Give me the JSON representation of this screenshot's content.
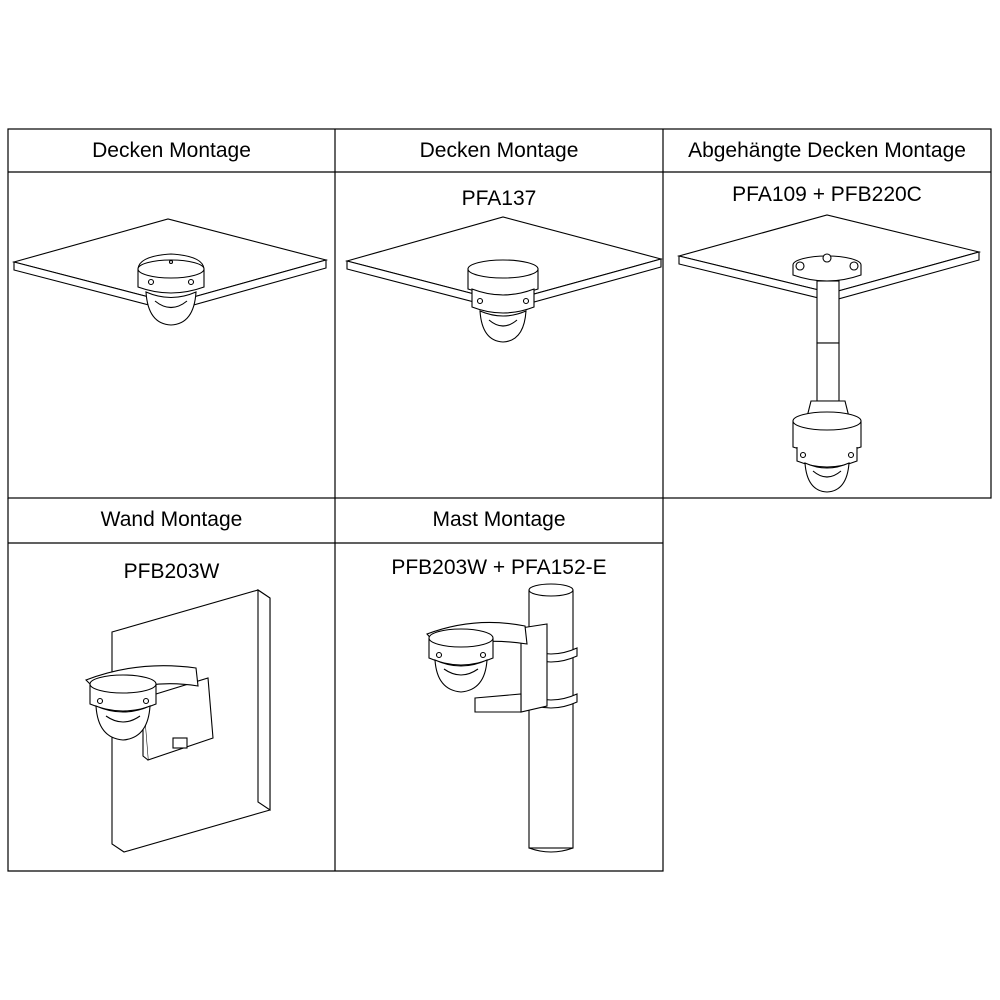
{
  "table": {
    "cells": [
      {
        "header": "Decken Montage",
        "model": "",
        "illustration": "ceiling-mount-camera-icon"
      },
      {
        "header": "Decken Montage",
        "model": "PFA137",
        "illustration": "ceiling-junction-box-camera-icon"
      },
      {
        "header": "Abgehängte Decken Montage",
        "model": "PFA109 + PFB220C",
        "illustration": "pendant-ceiling-camera-icon"
      },
      {
        "header": "Wand Montage",
        "model": "PFB203W",
        "illustration": "wall-mount-camera-icon"
      },
      {
        "header": "Mast Montage",
        "model": "PFB203W + PFA152-E",
        "illustration": "pole-mount-camera-icon"
      }
    ]
  },
  "colors": {
    "line": "#000000",
    "fill": "#ffffff",
    "shade": "#e8e8e8"
  }
}
